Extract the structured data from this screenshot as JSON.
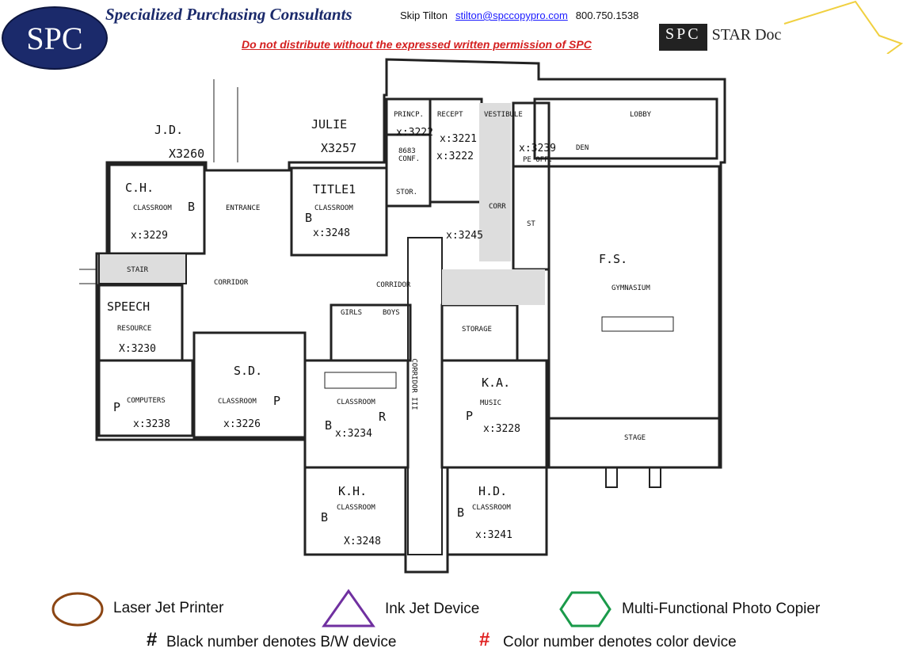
{
  "header": {
    "logo": "SPC",
    "company": "Specialized Purchasing Consultants",
    "contact_name": "Skip Tilton",
    "email": "stilton@spccopypro.com",
    "phone": "800.750.1538",
    "warning": "Do not distribute without the expressed written permission of SPC",
    "stardoc_logo": "SPC",
    "stardoc_name": "STAR Doc"
  },
  "labels": [
    "J.D.",
    "X3260",
    "JULIE",
    "X3257",
    "C.H.",
    "CLASSROOM",
    "x:3229",
    "TITLE1",
    "CLASSROOM",
    "x:3248",
    "ENTRANCE",
    "CORRIDOR",
    "STAIR",
    "SPEECH",
    "RESOURCE",
    "X:3230",
    "COMPUTERS",
    "x:3238",
    "S.D.",
    "CLASSROOM",
    "x:3226",
    "PRINCP.",
    "x:3222",
    "8683 CONF.",
    "RECEPT",
    "x:3221",
    "x:3222",
    "VESTIBULE",
    "STOR.",
    "CORR",
    "x:3245",
    "x:3239",
    "PE OFF.",
    "DEN",
    "LOBBY",
    "ST",
    "CORRIDOR",
    "GIRLS",
    "BOYS",
    "STORAGE",
    "F.S.",
    "GYMNASIUM",
    "CLASSROOM",
    "x:3234",
    "CORRIDOR III",
    "K.A.",
    "MUSIC",
    "x:3228",
    "STAGE",
    "K.H.",
    "CLASSROOM",
    "X:3248",
    "H.D.",
    "CLASSROOM",
    "x:3241",
    "B",
    "B",
    "P",
    "P",
    "B",
    "P",
    "B",
    "B",
    "R"
  ],
  "legend": {
    "laser": "Laser Jet Printer",
    "inkjet": "Ink Jet Device",
    "copier": "Multi-Functional Photo Copier",
    "hash": "#",
    "bw": "Black number denotes B/W device",
    "color": "Color number denotes color device",
    "colors": {
      "laser": "#8b4513",
      "inkjet": "#7030a0",
      "copier": "#1a9a4a",
      "color_hash": "#e02020"
    }
  }
}
